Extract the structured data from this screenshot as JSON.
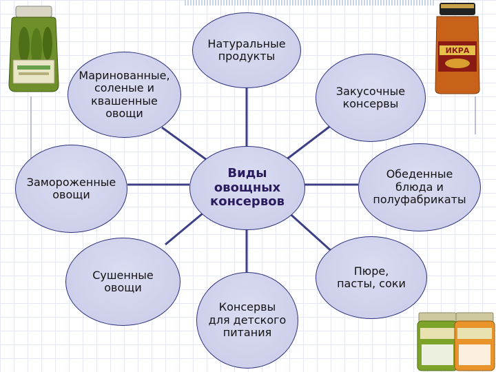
{
  "center": {
    "label": "Виды\nовощных\nконсервов"
  },
  "nodes": {
    "natural": "Натуральные\nпродукты",
    "marinated": "Маринованные,\nсоленые и\nквашенные\nовощи",
    "snack": "Закусочные\nконсервы",
    "frozen": "Замороженные\nовощи",
    "lunch": "Обеденные\nблюда и\nполуфабрикаты",
    "dried": "Сушенные\nовощи",
    "puree": "Пюре,\nпасты, соки",
    "baby": "Консервы\nдля детского\nпитания"
  },
  "images": {
    "caviar_label": "ИКРА"
  },
  "colors": {
    "node_fill": "#cfd1ec",
    "node_border": "#2b2f7a",
    "connector": "#3c3f86",
    "center_text": "#2a1a5e"
  }
}
